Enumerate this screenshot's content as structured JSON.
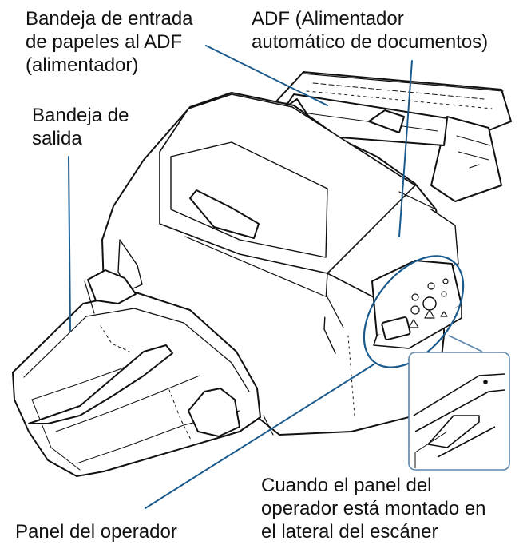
{
  "labels": {
    "adf_input_tray": [
      "Bandeja de entrada",
      "de papeles al ADF",
      "(alimentador)"
    ],
    "adf": [
      "ADF (Alimentador",
      "automático de documentos)"
    ],
    "output_tray": [
      "Bandeja de",
      "salida"
    ],
    "operator_panel": "Panel del operador",
    "side_mount_note": [
      "Cuando el panel del",
      "operador está montado en",
      "el lateral del escáner"
    ]
  },
  "colors": {
    "leader_line": "#1b5a8c",
    "highlight_ellipse": "#1b5a8c",
    "inset_border": "#5a86b0",
    "scanner_outline": "#111111"
  }
}
